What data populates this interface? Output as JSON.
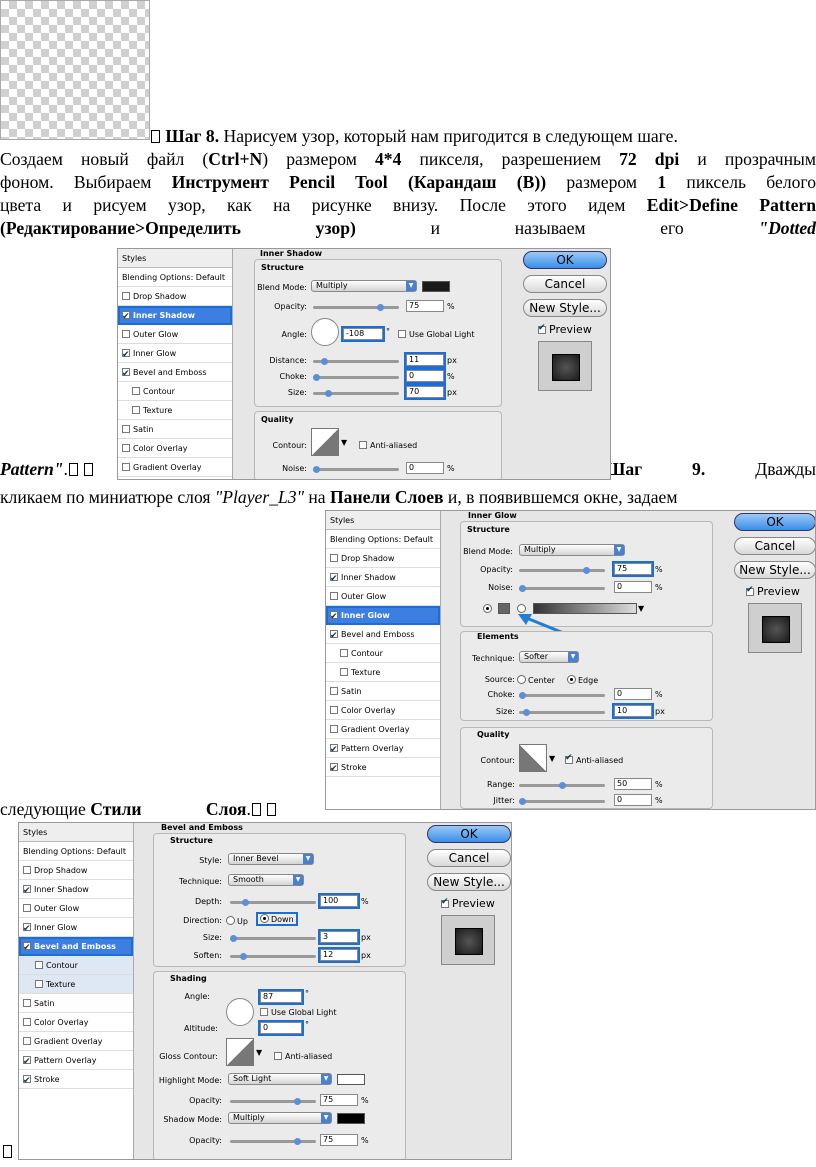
{
  "step8": {
    "l1_a": "Шаг 8.",
    "l1_b": " Нарисуем узор, который нам пригодится в следующем шаге.",
    "l2_a": "Создаем новый файл (",
    "l2_b": "Ctrl+N",
    "l2_c": ") размером ",
    "l2_d": "4*4",
    "l2_e": " пикселя, разрешением ",
    "l2_f": "72 dpi",
    "l2_g": " и прозрачным",
    "l3_a": "фоном. Выбираем ",
    "l3_b": "Инструмент Pencil Tool (Карандаш (B))",
    "l3_c": " размером ",
    "l3_d": "1",
    "l3_e": " пиксель белого",
    "l4_a": "цвета и рисуем узор, как на рисунке внизу. После этого идем ",
    "l4_b": "Edit>Define Pattern",
    "l5_a": "(Редактирование>Определить узор)",
    "l5_b": " и называем его ",
    "l5_c": "\"Dotted",
    "l6_a": "Pattern\"",
    "l6_b": ".",
    "step9_a": "Шаг 9.",
    "step9_b": " Дважды",
    "l7_a": "кликаем по миниатюре слоя ",
    "l7_b": "\"Player_L3\"",
    "l7_c": " на ",
    "l7_d": "Панели Слоев",
    "l7_e": " и, в появившемся окне, задаем",
    "l8_a": "следующие ",
    "l8_b": "Стили Слоя",
    "l8_c": "."
  },
  "dialog_common": {
    "styles_header": "Styles",
    "blending": "Blending Options: Default",
    "ok": "OK",
    "cancel": "Cancel",
    "new_style": "New Style...",
    "preview": "Preview",
    "items": [
      "Drop Shadow",
      "Inner Shadow",
      "Outer Glow",
      "Inner Glow",
      "Bevel and Emboss",
      "Contour",
      "Texture",
      "Satin",
      "Color Overlay",
      "Gradient Overlay",
      "Pattern Overlay",
      "Stroke"
    ]
  },
  "dlg1": {
    "title": "Inner Shadow",
    "structure": "Structure",
    "blend_label": "Blend Mode:",
    "blend_value": "Multiply",
    "blend_color": "#1a1a1a",
    "opacity_label": "Opacity:",
    "opacity": "75",
    "pct": "%",
    "angle_label": "Angle:",
    "angle": "-108",
    "deg": "°",
    "global": "Use Global Light",
    "distance_label": "Distance:",
    "distance": "11",
    "px": "px",
    "choke_label": "Choke:",
    "choke": "0",
    "size_label": "Size:",
    "size": "70",
    "quality": "Quality",
    "contour_label": "Contour:",
    "anti": "Anti-aliased",
    "noise_label": "Noise:",
    "noise": "0"
  },
  "dlg2": {
    "title": "Inner Glow",
    "structure": "Structure",
    "blend_label": "Blend Mode:",
    "blend_value": "Multiply",
    "opacity_label": "Opacity:",
    "opacity": "75",
    "noise_label": "Noise:",
    "noise": "0",
    "pct": "%",
    "glow_color": "#666666",
    "annotation": "#666666",
    "elements": "Elements",
    "technique_label": "Technique:",
    "technique": "Softer",
    "source_label": "Source:",
    "center": "Center",
    "edge": "Edge",
    "choke_label": "Choke:",
    "choke": "0",
    "size_label": "Size:",
    "size": "10",
    "px": "px",
    "quality": "Quality",
    "contour_label": "Contour:",
    "anti": "Anti-aliased",
    "range_label": "Range:",
    "range": "50",
    "jitter_label": "Jitter:",
    "jitter": "0"
  },
  "dlg3": {
    "title": "Bevel and Emboss",
    "structure": "Structure",
    "style_label": "Style:",
    "style": "Inner Bevel",
    "technique_label": "Technique:",
    "technique": "Smooth",
    "depth_label": "Depth:",
    "depth": "100",
    "pct": "%",
    "direction_label": "Direction:",
    "up": "Up",
    "down": "Down",
    "size_label": "Size:",
    "size": "3",
    "px": "px",
    "soften_label": "Soften:",
    "soften": "12",
    "shading": "Shading",
    "angle_label": "Angle:",
    "angle": "87",
    "deg": "°",
    "global": "Use Global Light",
    "altitude_label": "Altitude:",
    "altitude": "0",
    "gloss_label": "Gloss Contour:",
    "anti": "Anti-aliased",
    "hl_mode_label": "Highlight Mode:",
    "hl_mode": "Soft Light",
    "hl_opacity_label": "Opacity:",
    "hl_opacity": "75",
    "sh_mode_label": "Shadow Mode:",
    "sh_mode": "Multiply",
    "sh_opacity_label": "Opacity:",
    "sh_opacity": "75",
    "hl_color": "#ffffff",
    "sh_color": "#000000"
  }
}
